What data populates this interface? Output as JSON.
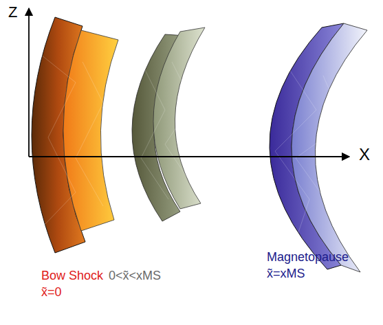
{
  "diagram": {
    "labels": [
      "Z",
      "X",
      "Bow Shock",
      "x̃=0",
      "0<x̃<xMS",
      "Magnetopause",
      "x̃=xMS"
    ]
  }
}
